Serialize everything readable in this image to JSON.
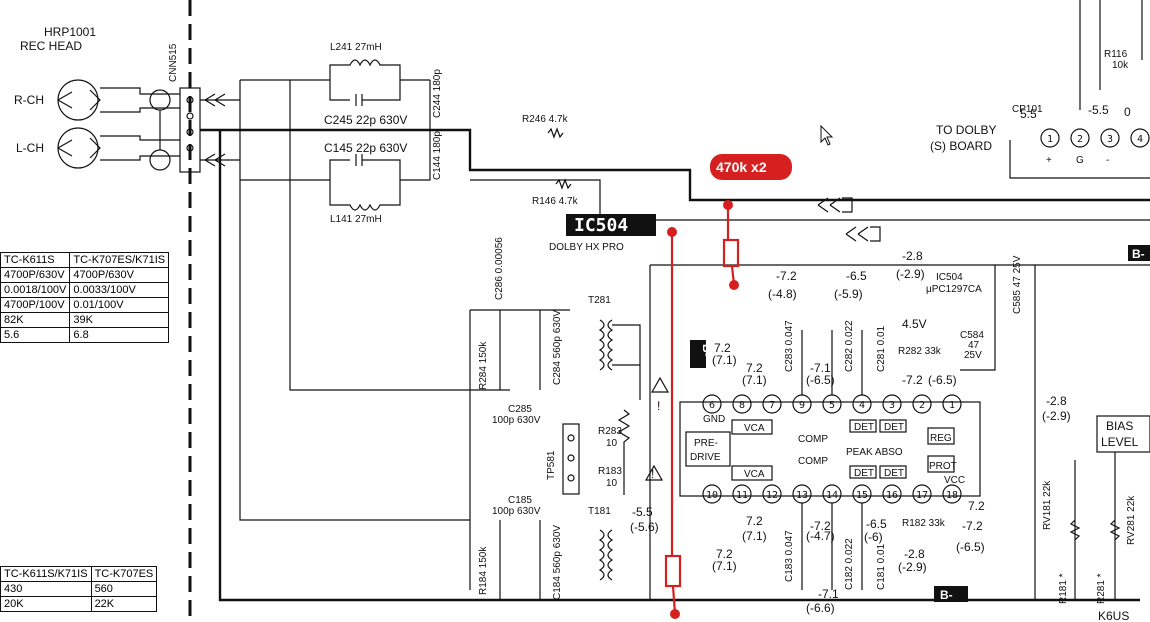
{
  "rec_head": {
    "title": "HRP1001",
    "subtitle": "REC  HEAD",
    "r_ch": "R-CH",
    "l_ch": "L-CH"
  },
  "connector": "CNN515",
  "components": {
    "l241": "L241  27mH",
    "c245": "C245  22p 630V",
    "c244": "C244 180p",
    "c145": "C145  22p 630V",
    "c144": "C144 180p",
    "l141": "L141  27mH",
    "r246": "R246  4.7k",
    "r146": "R146  4.7k",
    "c286": "C286 0.00056",
    "t281": "T281",
    "r284": "R284 150k",
    "c284": "C284 560p 630V",
    "c285": "C285",
    "c285v": "100p 630V",
    "tp581": "TP581",
    "r283": "R283",
    "r283v": "10",
    "r183": "R183",
    "r183v": "10",
    "c185": "C185",
    "c185v": "100p 630V",
    "t181": "T181",
    "r184": "R184 150k",
    "c184": "C184 560p 630V",
    "c283": "C283 0.047",
    "c282": "C282 0.022",
    "c281": "C281 0.01",
    "c183": "C183 0.047",
    "c182": "C182 0.022",
    "c181": "C181 0.01",
    "r282": "R282  33k",
    "r182": "R182  33k",
    "c584": "C584",
    "c584v": "47",
    "c584v2": "25V",
    "c585": "C585 47 25V",
    "rv181": "RV181 22k",
    "rv281": "RV281 22k",
    "r116": "R116",
    "r116v": "10k",
    "r181": "R181 *",
    "r281": "R281 *"
  },
  "ic": {
    "label": "IC504",
    "sub": "DOLBY  HX  PRO",
    "chip_name": "IC504",
    "chip_part": "μPC1297CA",
    "vcc": "VCC",
    "gnd": "GND",
    "blocks": [
      "PRE-",
      "DRIVE",
      "VCA",
      "VCA",
      "COMP",
      "COMP",
      "DET",
      "DET",
      "DET",
      "DET",
      "PEAK  ABSO",
      "REG",
      "PROT"
    ]
  },
  "pins_top": [
    "8",
    "7",
    "9",
    "5",
    "4",
    "3",
    "2",
    "1"
  ],
  "pins_top_extra": "6",
  "pins_bottom": [
    "10",
    "11",
    "12",
    "13",
    "14",
    "15",
    "16",
    "17",
    "18"
  ],
  "voltages": {
    "v_top1": "-7.2",
    "v_top1b": "(-4.8)",
    "v_top2": "-6.5",
    "v_top2b": "(-5.9)",
    "v_top3": "-2.8",
    "v_top3b": "(-2.9)",
    "v_45": "4.5V",
    "v_72a": "7.2",
    "v_72ab": "(7.1)",
    "v_72b": "7.2",
    "v_72bb": "(7.1)",
    "v_71": "-7.1",
    "v_71b": "(-6.5)",
    "v_72c": "-7.2",
    "v_65": "(-6.5)",
    "v_28r": "-2.8",
    "v_28rb": "(-2.9)",
    "v_55": "-5.5",
    "v_55b": "(-5.6)",
    "v_72d": "7.2",
    "v_72db": "(7.1)",
    "v_72e": "7.2",
    "v_72eb": "(7.1)",
    "v_72f": "-7.2",
    "v_47": "(-4.7)",
    "v_65c": "-6.5",
    "v_6": "(-6)",
    "v_28b": "-2.8",
    "v_29b": "(-2.9)",
    "v_71c": "-7.1",
    "v_66": "(-6.6)",
    "v_72g": "7.2",
    "v_72h": "-7.2",
    "v_65h": "(-6.5)",
    "v_55cp": "5.5",
    "v_55n": "-5.5",
    "v_0": "0"
  },
  "dolby": {
    "title": "TO DOLBY",
    "sub": "(S) BOARD",
    "cp": "CP101",
    "pins": [
      "1",
      "2",
      "3",
      "4"
    ],
    "pin_labels": [
      "+",
      "G",
      "-"
    ]
  },
  "bias_level": [
    "BIAS",
    "LEVEL"
  ],
  "b_labels": [
    "B-",
    "B-",
    "B-"
  ],
  "annotation": "470k x2",
  "k6us": "K6US",
  "table_top": {
    "headers": [
      "TC-K611S",
      "TC-K707ES/K71IS"
    ],
    "rows": [
      [
        "4700P/630V",
        "4700P/630V"
      ],
      [
        "0.0018/100V",
        "0.0033/100V"
      ],
      [
        "4700P/100V",
        "0.01/100V"
      ],
      [
        "82K",
        "39K"
      ],
      [
        "5.6",
        "6.8"
      ]
    ]
  },
  "table_bottom": {
    "headers": [
      "TC-K611S/K71IS",
      "TC-K707ES"
    ],
    "rows": [
      [
        "430",
        "560"
      ],
      [
        "20K",
        "22K"
      ]
    ]
  }
}
